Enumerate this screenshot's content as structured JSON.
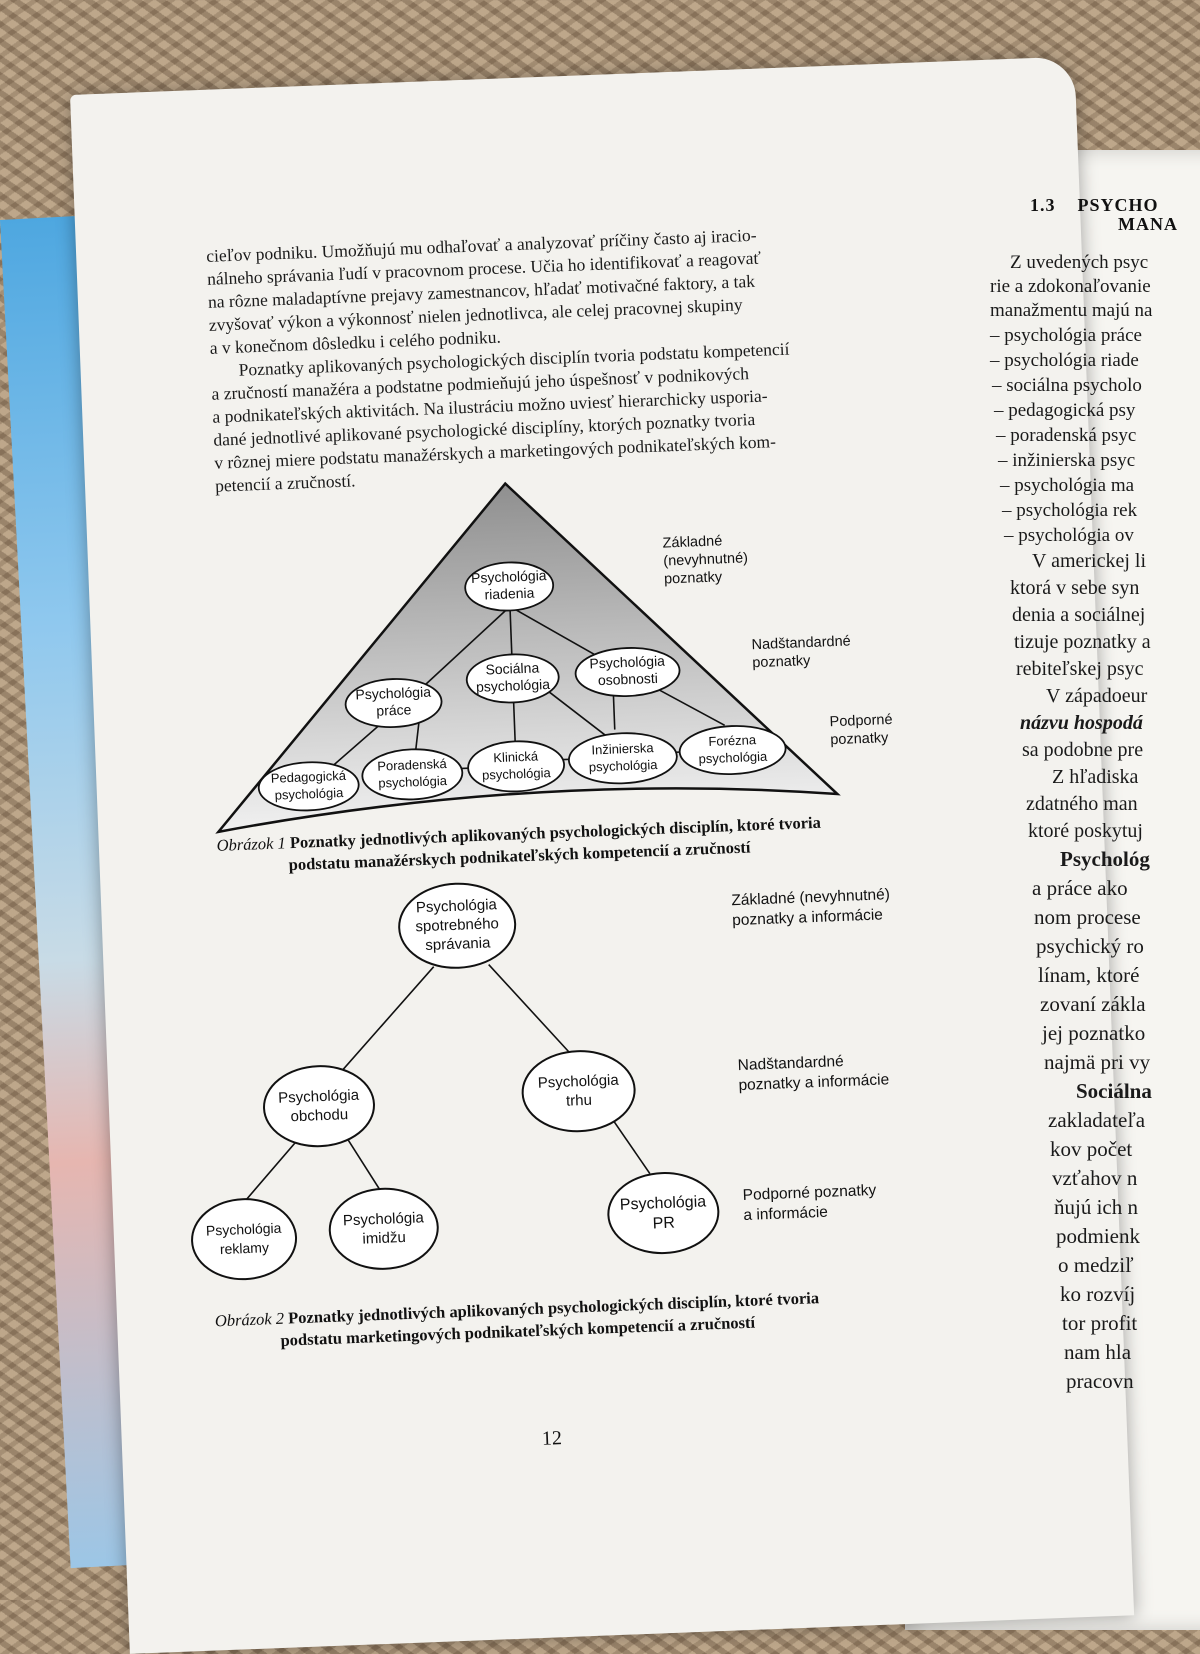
{
  "left_page": {
    "body_lines": [
      "cieľov podniku. Umožňujú mu odhaľovať a analyzovať príčiny často aj iracio-",
      "nálneho správania ľudí v pracovnom procese. Učia ho identifikovať a reagovať",
      "na rôzne maladaptívne prejavy zamestnancov, hľadať motivačné faktory, a tak",
      "zvyšovať výkon a výkonnosť nielen jednotlivca, ale celej pracovnej skupiny",
      "a v konečnom dôsledku i celého podniku.",
      "Poznatky aplikovaných psychologických disciplín tvoria podstatu kompetencií",
      "a zručností manažéra a podstatne podmieňujú jeho úspešnosť v podnikových",
      "a podnikateľských aktivitách. Na ilustráciu možno uviesť hierarchicky usporia-",
      "dané jednotlivé aplikované psychologické disciplíny, ktorých poznatky tvoria",
      "v rôznej miere podstatu manažérskych a marketingových podnikateľských kom-",
      "petencií a zručností."
    ],
    "figure1": {
      "levels": {
        "top": [
          "Základné",
          "(nevyhnutné)",
          "poznatky"
        ],
        "middle": [
          "Nadštandardné",
          "poznatky"
        ],
        "bottom": [
          "Podporné",
          "poznatky"
        ]
      },
      "nodes": {
        "riadenia": [
          "Psychológia",
          "riadenia"
        ],
        "prace": [
          "Psychológia",
          "práce"
        ],
        "socialna": [
          "Sociálna",
          "psychológia"
        ],
        "osobnosti": [
          "Psychológia",
          "osobnosti"
        ],
        "pedagogicka": [
          "Pedagogická",
          "psychológia"
        ],
        "poradenska": [
          "Poradenská",
          "psychológia"
        ],
        "klinicka": [
          "Klinická",
          "psychológia"
        ],
        "inzinierska": [
          "Inžinierska",
          "psychológia"
        ],
        "forenzna": [
          "Forézna",
          "psychológia"
        ]
      },
      "caption_label": "Obrázok 1",
      "caption_line1": "Poznatky jednotlivých aplikovaných psychologických disciplín, ktoré tvoria",
      "caption_line2": "podstatu manažérskych podnikateľských kompetencií a zručností"
    },
    "figure2": {
      "levels": {
        "top": [
          "Základné (nevyhnutné)",
          "poznatky a informácie"
        ],
        "middle": [
          "Nadštandardné",
          "poznatky a informácie"
        ],
        "bottom": [
          "Podporné poznatky",
          "a informácie"
        ]
      },
      "nodes": {
        "spotrebneho": [
          "Psychológia",
          "spotrebného",
          "správania"
        ],
        "obchodu": [
          "Psychológia",
          "obchodu"
        ],
        "trhu": [
          "Psychológia",
          "trhu"
        ],
        "reklamy": [
          "Psychológia",
          "reklamy"
        ],
        "imidzu": [
          "Psychológia",
          "imidžu"
        ],
        "pr": [
          "Psychológia",
          "PR"
        ]
      },
      "caption_label": "Obrázok 2",
      "caption_line1": "Poznatky jednotlivých aplikovaných psychologických disciplín, ktoré tvoria",
      "caption_line2": "podstatu marketingových podnikateľských kompetencií a zručností"
    },
    "page_number": "12"
  },
  "right_page": {
    "section_number": "1.3",
    "heading_line1": "PSYCHO",
    "heading_line2": "MANA",
    "lines": [
      "Z uvedených psyc",
      "rie a zdokonaľovanie",
      "manažmentu majú na",
      "– psychológia práce",
      "– psychológia riade",
      "– sociálna psycholo",
      "– pedagogická psy",
      "– poradenská psyc",
      "– inžinierska psyc",
      "– psychológia ma",
      "– psychológia rek",
      "– psychológia ov",
      "V americkej li",
      "ktorá v sebe syn",
      "denia a sociálnej",
      "tizuje poznatky a",
      "rebiteľskej psyc",
      "V západoeur",
      "názvu hospodá",
      "sa podobne pre",
      "Z hľadiska",
      "zdatného man",
      "ktoré poskytuj",
      "Psychológ",
      "a práce ako",
      "nom procese",
      "psychický ro",
      "línam, ktoré",
      "zovaní zákla",
      "jej poznatko",
      "najmä pri vy",
      "Sociálna",
      "zakladateľa",
      "kov počet",
      "vzťahov n",
      "ňujú ich n",
      "podmienk",
      "o medziľ",
      "ko rozvíj",
      "tor profit",
      "nam hla",
      "pracovn"
    ]
  }
}
